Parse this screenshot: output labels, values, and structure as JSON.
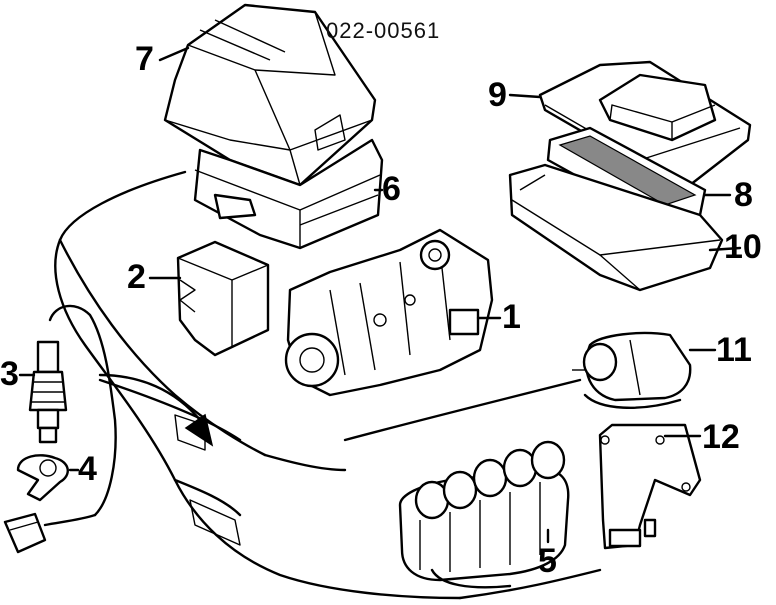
{
  "diagram": {
    "reference_number": "022-00561",
    "callouts": [
      {
        "id": "1",
        "label": "1"
      },
      {
        "id": "2",
        "label": "2"
      },
      {
        "id": "3",
        "label": "3"
      },
      {
        "id": "4",
        "label": "4"
      },
      {
        "id": "5",
        "label": "5"
      },
      {
        "id": "6",
        "label": "6"
      },
      {
        "id": "7",
        "label": "7"
      },
      {
        "id": "8",
        "label": "8"
      },
      {
        "id": "9",
        "label": "9"
      },
      {
        "id": "10",
        "label": "10"
      },
      {
        "id": "11",
        "label": "11"
      },
      {
        "id": "12",
        "label": "12"
      }
    ]
  }
}
